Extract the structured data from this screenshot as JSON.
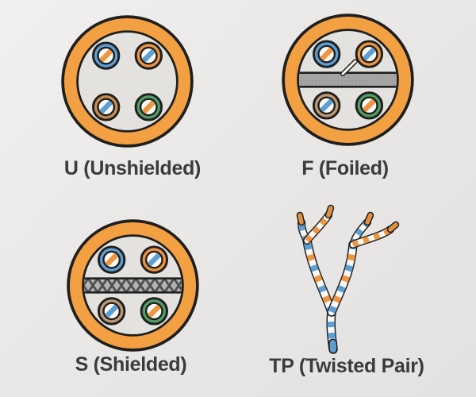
{
  "palette": {
    "outline": "#1f1f1f",
    "jacket": "#f2a042",
    "inner_fill": "#e4e2df",
    "wire_white": "#fbfaf7",
    "blue": "#5d9ed3",
    "orange": "#ef9440",
    "green": "#4f9e63",
    "tan": "#bf9a73",
    "brown": "#c98c4f",
    "copper": "#e2923f",
    "foil_gray": "#a6a6a6",
    "foil_speck": "#8d8d8d",
    "braid_gray": "#b3b3b3",
    "braid_dark": "#4f4f4f",
    "text": "#3b3b3b",
    "background": "#eae8e6"
  },
  "diagrams": [
    {
      "id": "unshielded",
      "label": "U (Unshielded)",
      "type": "cross-section",
      "shield": "none",
      "ripcord": false,
      "wires": [
        {
          "pos": "top-left",
          "ring": "blue",
          "stripe": "orange"
        },
        {
          "pos": "top-right",
          "ring": "orange",
          "stripe": "blue"
        },
        {
          "pos": "bottom-left",
          "ring": "brown",
          "stripe": "blue"
        },
        {
          "pos": "bottom-right",
          "ring": "green",
          "stripe": "orange"
        }
      ]
    },
    {
      "id": "foiled",
      "label": "F (Foiled)",
      "type": "cross-section",
      "shield": "foil",
      "ripcord": true,
      "wires": [
        {
          "pos": "top-left",
          "ring": "blue",
          "stripe": "orange"
        },
        {
          "pos": "top-right",
          "ring": "orange",
          "stripe": "blue"
        },
        {
          "pos": "bottom-left",
          "ring": "tan",
          "stripe": "blue"
        },
        {
          "pos": "bottom-right",
          "ring": "green",
          "stripe": "orange"
        }
      ]
    },
    {
      "id": "shielded",
      "label": "S (Shielded)",
      "type": "cross-section",
      "shield": "braid",
      "ripcord": false,
      "wires": [
        {
          "pos": "top-left",
          "ring": "blue",
          "stripe": "orange"
        },
        {
          "pos": "top-right",
          "ring": "orange",
          "stripe": "blue"
        },
        {
          "pos": "bottom-left",
          "ring": "tan",
          "stripe": "blue"
        },
        {
          "pos": "bottom-right",
          "ring": "green",
          "stripe": "orange"
        }
      ]
    },
    {
      "id": "twisted-pair",
      "label": "TP (Twisted Pair)",
      "type": "twisted-pair",
      "pairs": [
        {
          "colors": [
            "blue",
            "wire_white"
          ]
        },
        {
          "colors": [
            "orange",
            "wire_white"
          ]
        }
      ],
      "tip": "copper"
    }
  ]
}
